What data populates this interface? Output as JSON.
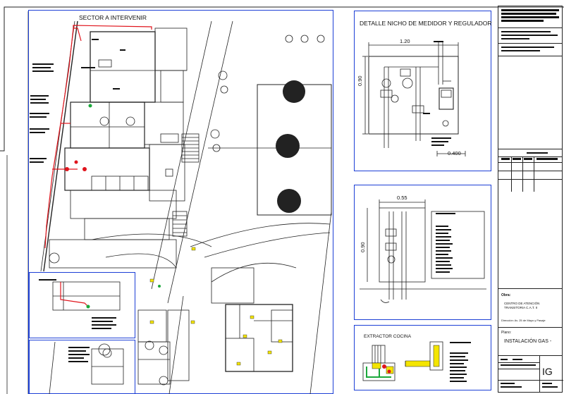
{
  "plan": {
    "sector_label": "SECTOR A INTERVENIR"
  },
  "detail_meter": {
    "title": "DETALLE NICHO DE MEDIDOR Y REGULADOR",
    "dim_width": "1.20",
    "dim_height": "0.90",
    "dim_bottom": "0.400"
  },
  "detail_small": {
    "dim_width": "0.55",
    "dim_height": "0.90"
  },
  "extractor": {
    "title": "EXTRACTOR COCINA"
  },
  "title_block": {
    "obra_label": "Obra:",
    "obra_text": "CENTRO DE ATENCIÓN TRANSITORIA C.A.T. II",
    "direccion_text": "Dirección: Av. 25 de Mayo y Pasaje",
    "plano_label": "Plano:",
    "plano_text": "INSTALACIÓN GAS -",
    "sheet_code": "IG"
  },
  "colors": {
    "frame_blue": "#1c3fd6",
    "gas_red": "#e0141c",
    "line_dark": "#222222",
    "highlight_yellow": "#f4e500",
    "highlight_green": "#1aa83a"
  }
}
